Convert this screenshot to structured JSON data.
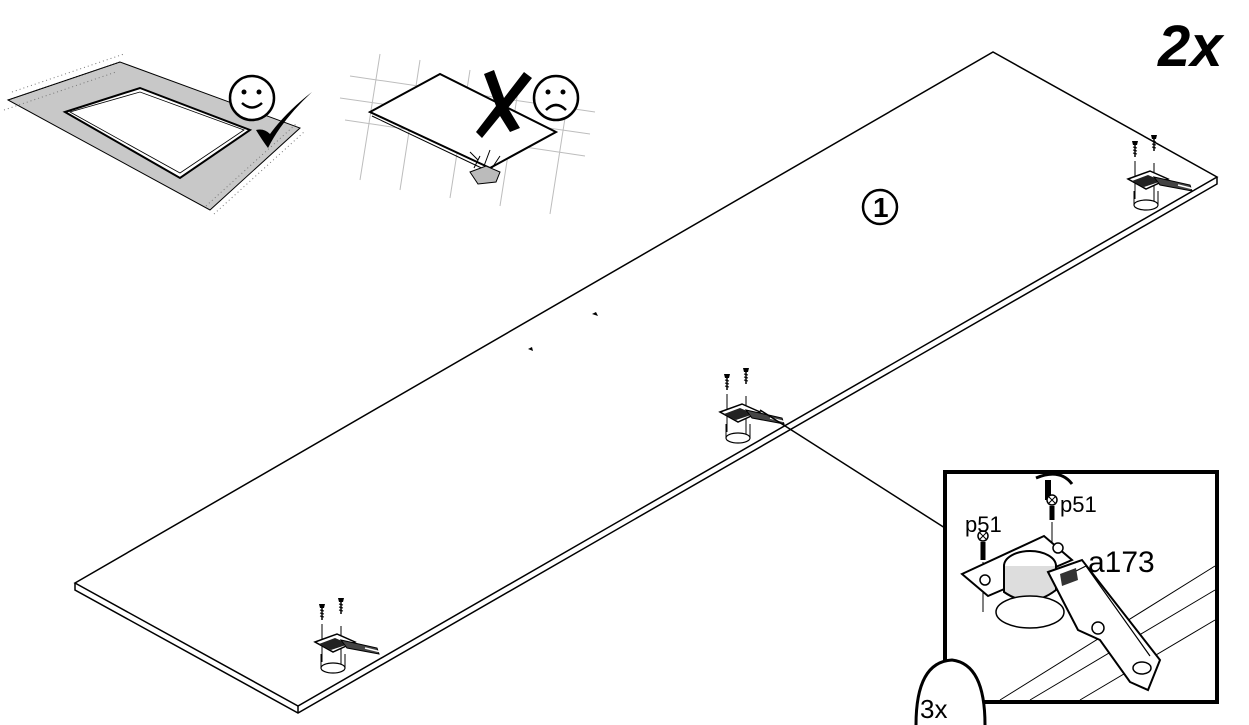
{
  "quantity": "2x",
  "panel_number": "1",
  "detail": {
    "part_screw_left": "p51",
    "part_screw_right": "p51",
    "part_hinge": "a173",
    "detail_quantity": "3x"
  },
  "icons": {
    "good": "smiley-face-icon",
    "good_mark": "check-mark-icon",
    "bad": "sad-face-icon",
    "bad_mark": "cross-mark-icon"
  },
  "colors": {
    "ink": "#000000",
    "rug": "#c8c8c8",
    "tile_grid": "#bdbdbd"
  }
}
